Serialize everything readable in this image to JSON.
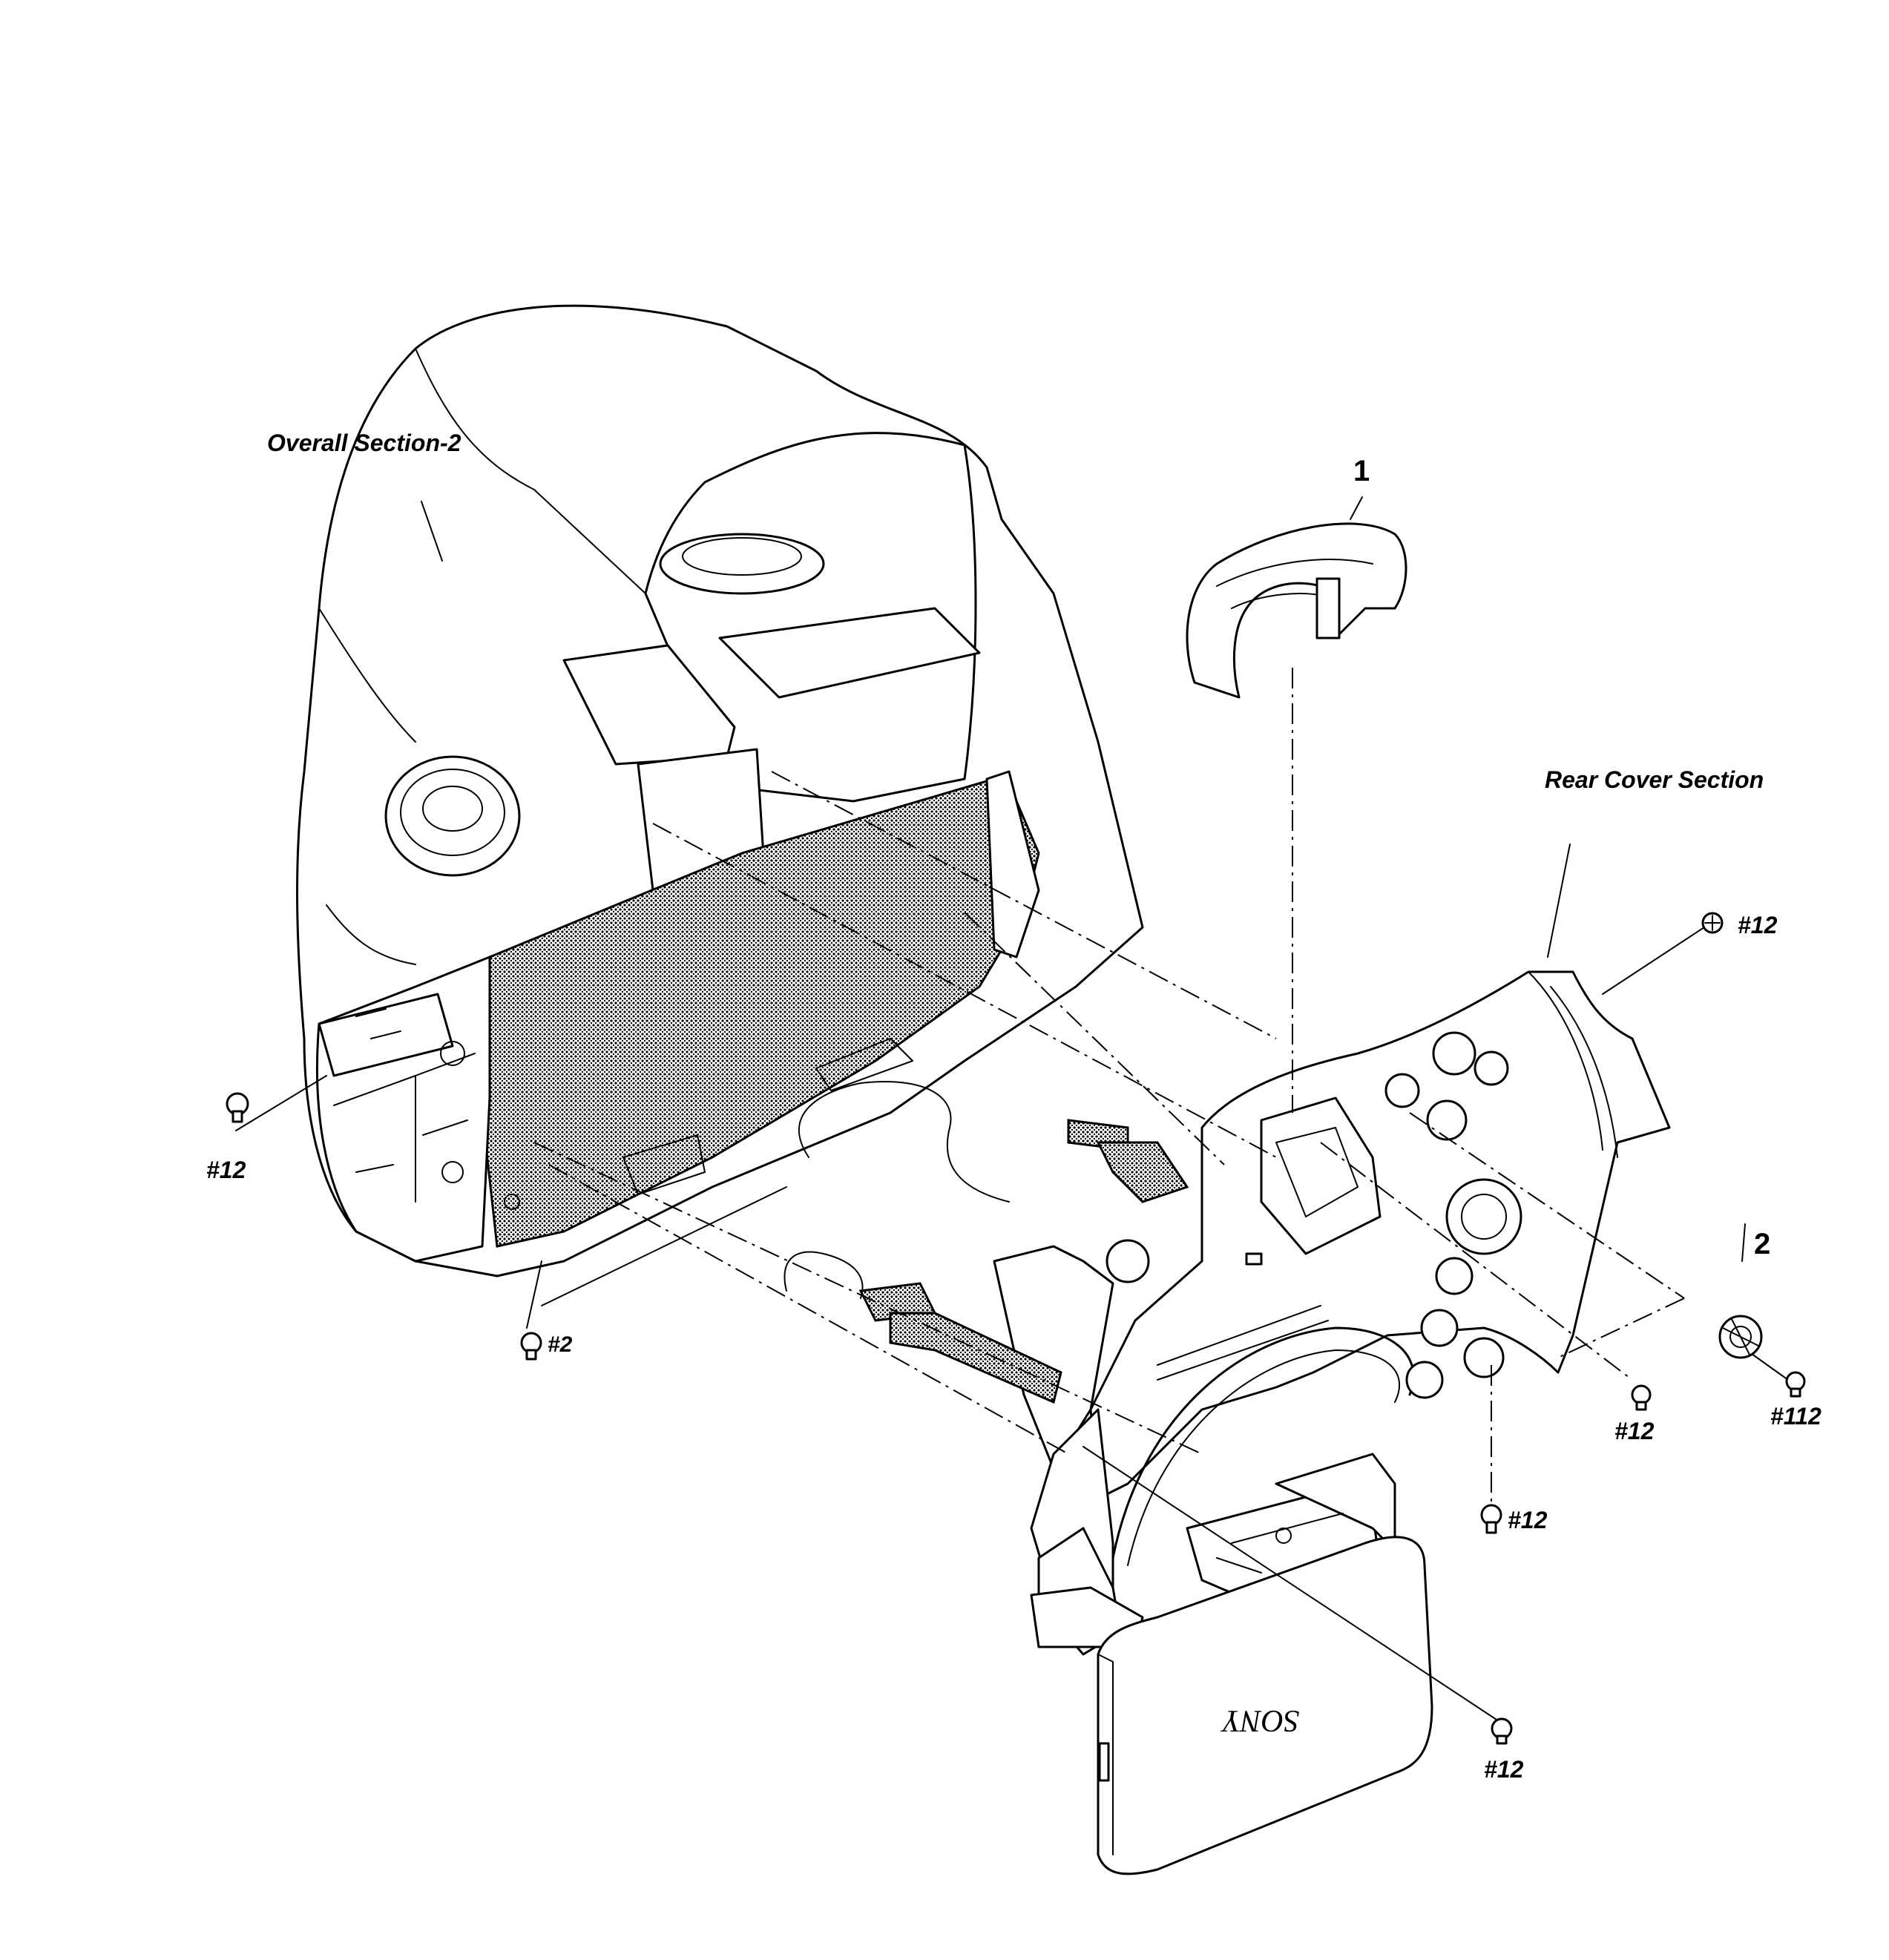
{
  "labels": {
    "overall_section": "Overall Section-2",
    "rear_cover_section": "Rear Cover Section",
    "part_1": "1",
    "part_2": "2",
    "screw_12_a": "#12",
    "screw_12_b": "#12",
    "screw_12_c": "#12",
    "screw_12_d": "#12",
    "screw_12_e": "#12",
    "screw_2": "#2",
    "screw_112": "#112",
    "lcd_brand": "SONY"
  }
}
